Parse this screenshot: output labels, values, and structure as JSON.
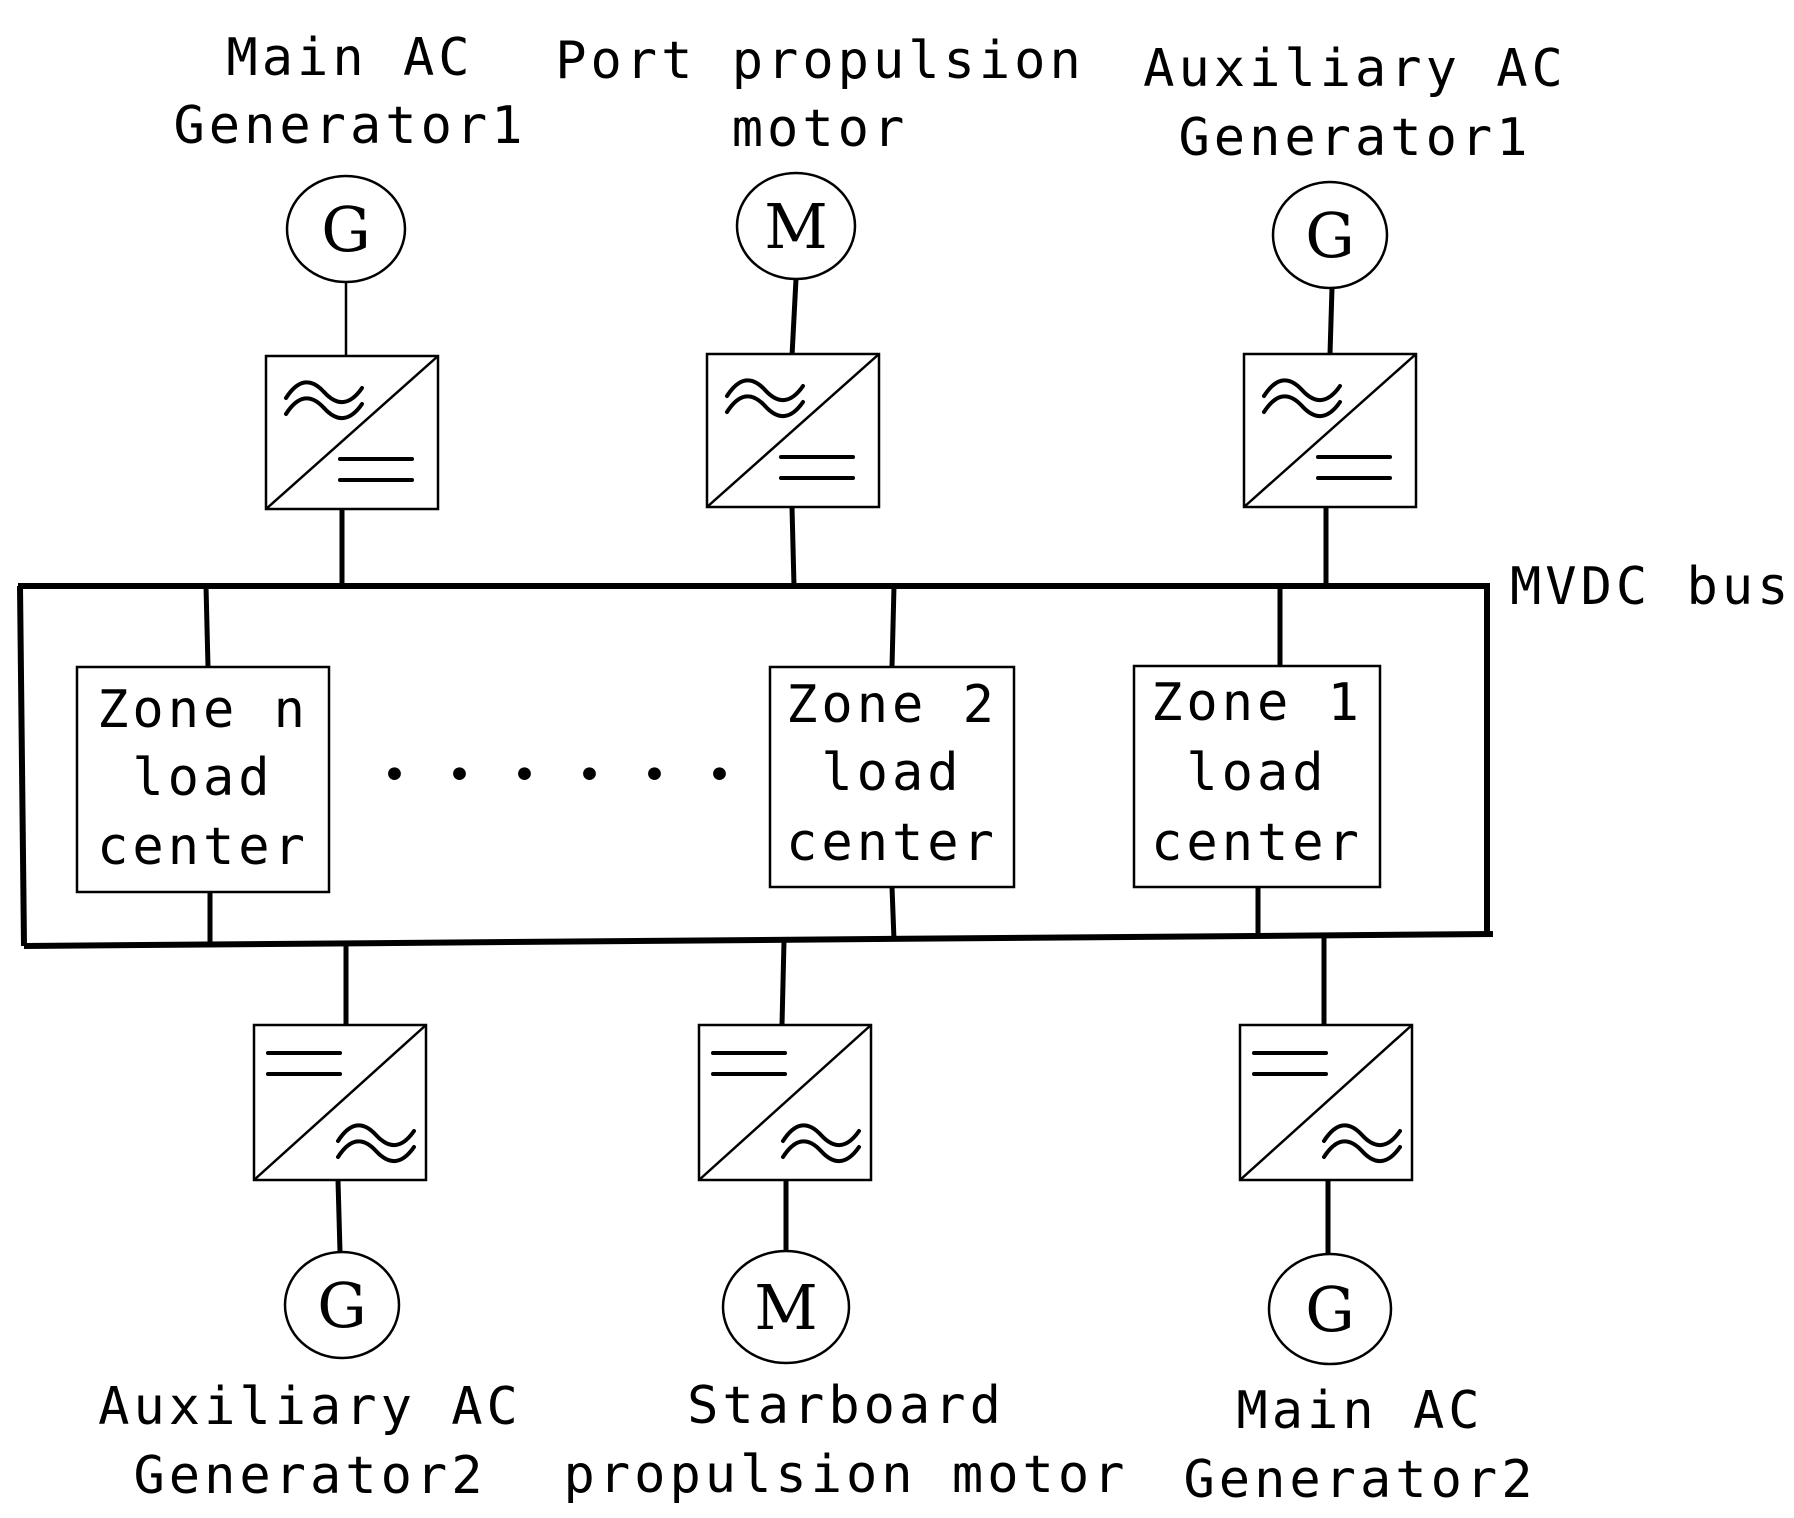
{
  "labels": {
    "main_gen1": [
      "Main AC",
      "Generator1"
    ],
    "port_motor": [
      "Port propulsion",
      "motor"
    ],
    "aux_gen1": [
      "Auxiliary AC",
      "Generator1"
    ],
    "aux_gen2": [
      "Auxiliary AC",
      "Generator2"
    ],
    "starboard_motor": [
      "Starboard",
      "propulsion motor"
    ],
    "main_gen2": [
      "Main AC",
      "Generator2"
    ],
    "bus": "MVDC bus",
    "zone_n": [
      "Zone n",
      "load",
      "center"
    ],
    "zone_2": [
      "Zone 2",
      "load",
      "center"
    ],
    "zone_1": [
      "Zone 1",
      "load",
      "center"
    ],
    "ellipsis": "• • • • • •"
  },
  "machines": {
    "main_gen1": "G",
    "port_motor": "M",
    "aux_gen1": "G",
    "aux_gen2": "G",
    "starboard_motor": "M",
    "main_gen2": "G"
  }
}
